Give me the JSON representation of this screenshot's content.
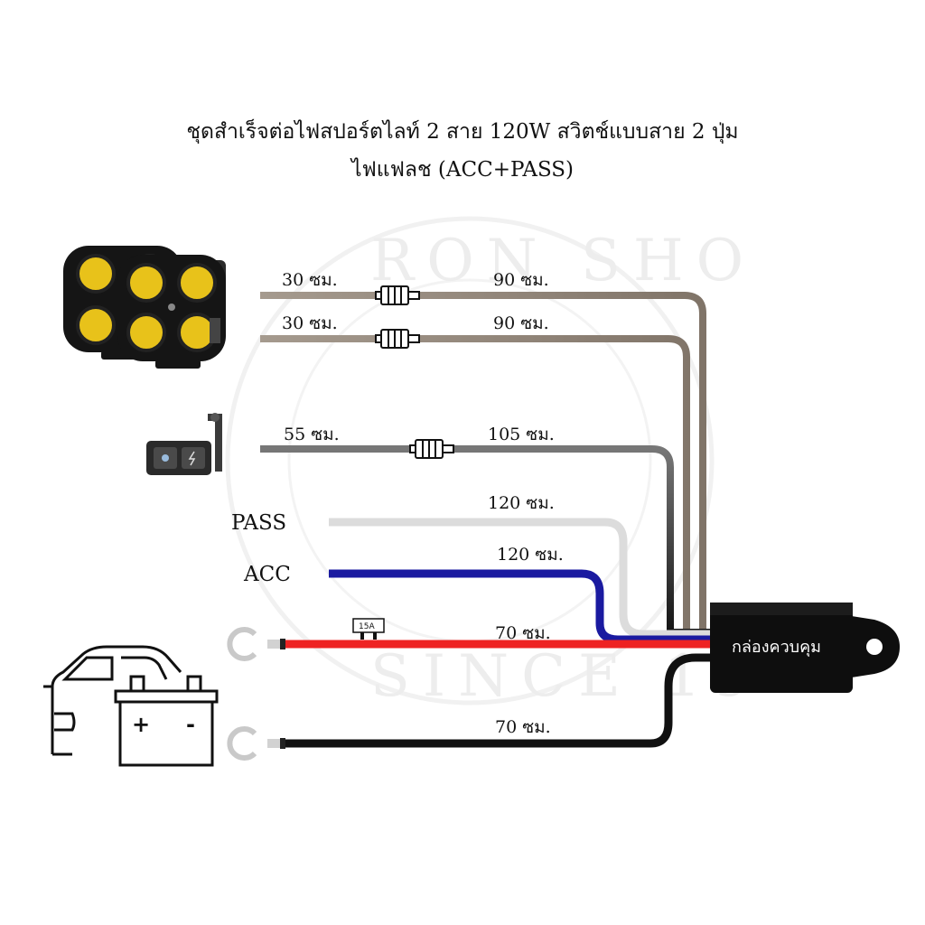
{
  "title": {
    "line1": "ชุดสำเร็จต่อไฟสปอร์ตไลท์ 2 สาย 120W สวิตช์แบบสาย 2 ปุ่ม",
    "line2": "ไฟแฟลช (ACC+PASS)"
  },
  "watermark": {
    "top": "RON SHO",
    "bottom": "SINCE 19"
  },
  "wires": {
    "light1": {
      "left": "30 ซม.",
      "right": "90 ซม."
    },
    "light2": {
      "left": "30 ซม.",
      "right": "90 ซม."
    },
    "switch": {
      "left": "55 ซม.",
      "right": "105 ซม."
    },
    "pass": {
      "name": "PASS",
      "length": "120 ซม."
    },
    "acc": {
      "name": "ACC",
      "length": "120 ซม."
    },
    "positive": {
      "length": "70 ซม.",
      "fuse": "15A"
    },
    "ground": {
      "length": "70 ซม."
    }
  },
  "control_box": {
    "label": "กล่องควบคุม"
  },
  "battery": {
    "plus": "+",
    "minus": "-"
  },
  "colors": {
    "light_wire": "#9c8f80",
    "switch_wire": "#6b6b6b",
    "pass_wire": "#dcdcdc",
    "acc_wire": "#1a1aa0",
    "positive_wire": "#ee2222",
    "ground_wire": "#111111",
    "lamp_lens": "#e8c21a"
  }
}
